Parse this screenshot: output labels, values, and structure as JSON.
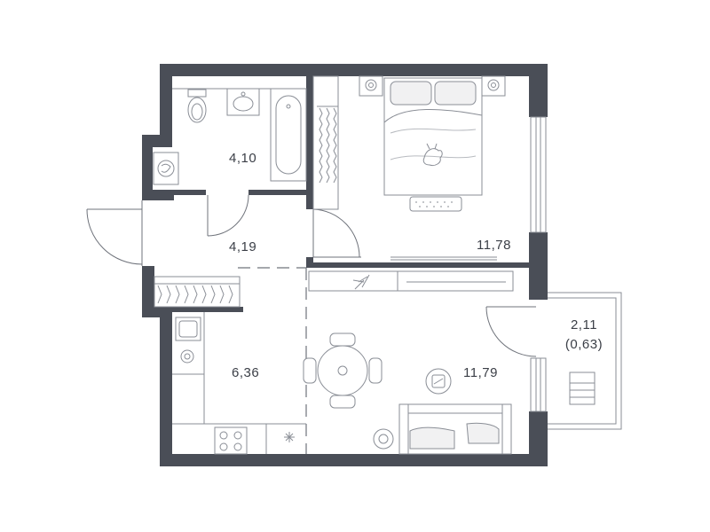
{
  "rooms": {
    "bathroom": {
      "area": "4,10"
    },
    "hallway": {
      "area": "4,19"
    },
    "bedroom": {
      "area": "11,78"
    },
    "kitchen": {
      "area": "6,36"
    },
    "living": {
      "area": "11,79"
    },
    "balcony": {
      "area": "2,11",
      "area_reduced": "(0,63)"
    }
  },
  "colors": {
    "wall": "#4a4e57",
    "line": "#8a8e96",
    "text": "#3b3f47",
    "background": "#ffffff"
  },
  "icons": [
    "toilet-icon",
    "sink-icon",
    "bathtub-icon",
    "washing-machine-icon",
    "wardrobe-icon",
    "bed-icon",
    "dog-icon",
    "dining-table-icon",
    "stove-icon",
    "kitchen-sink-icon",
    "sofa-icon",
    "tv-icon",
    "deck-chair-icon",
    "robot-vacuum-icon"
  ]
}
